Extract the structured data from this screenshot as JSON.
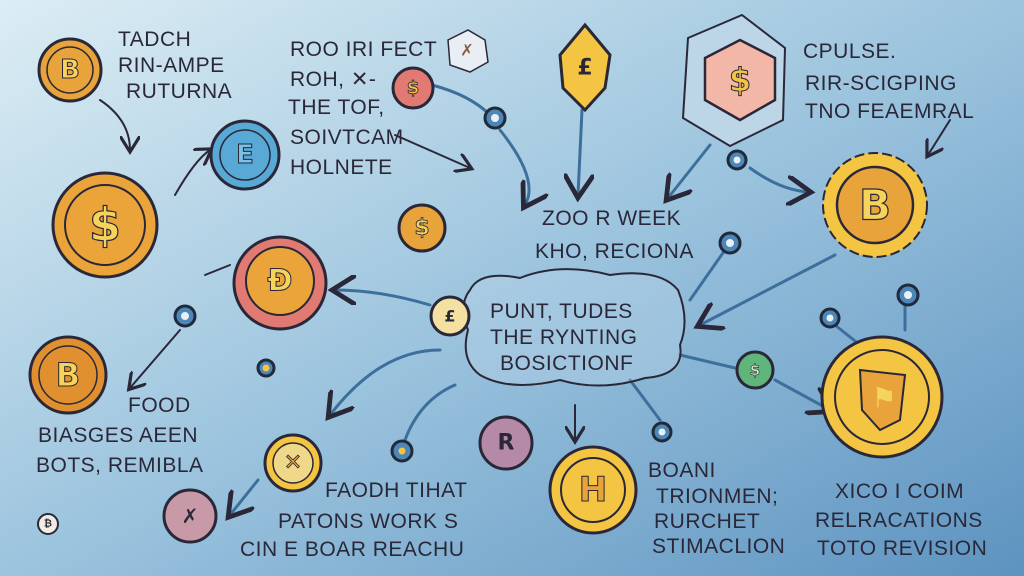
{
  "labels": {
    "top_left": [
      "TADCH",
      "RIN-AMPE",
      "RUTURNA"
    ],
    "top_center": [
      "ROO IRI FECT",
      "ROH,  ✕-",
      "THE TOF,",
      "SOIVTCAM",
      "HOLNETE"
    ],
    "center": [
      "ZOO R WEEK",
      "KHO, RECIONA"
    ],
    "top_right": [
      "CPULSE.",
      "RIR-SCIGPING",
      "TNO FEAEMRAL"
    ],
    "cloud": [
      "PUNT, TUDES",
      "THE RYNTING",
      "BOSICTIONF"
    ],
    "bottom_left": [
      "FOOD",
      "BIASGES AEEN",
      "BOTS, REMIBLA"
    ],
    "bottom_center": [
      "FAODH TIHAT",
      "PATONS WORK S",
      "CIN E BOAR REACHU"
    ],
    "bottom_mid_right": [
      "BOANI",
      "TRIONMEN;",
      "RURCHET",
      "STIMACLION"
    ],
    "bottom_right": [
      "XICO I COIM",
      "RELRACATIONS",
      "TOTO REVISION"
    ]
  },
  "coins": {
    "c1": "B",
    "c2": "$",
    "c3": "E",
    "c4": "$",
    "c5": "$",
    "c6": "Ð",
    "c7": "£",
    "c8": "$",
    "c9": "B",
    "c10": "B",
    "c11": "£",
    "c12": "$",
    "c13": "⚑",
    "c14": "✕",
    "c15": "R",
    "c16": "H",
    "c17": "✗",
    "c18": "₿"
  },
  "colors": {
    "bg_light": "#d6eaf2",
    "bg_dark": "#5f97c2",
    "orange": "#e8a33a",
    "gold": "#f4c542",
    "red": "#e07a72",
    "blue": "#58a9d6",
    "purple": "#b58aa6",
    "green": "#5fb57a"
  }
}
